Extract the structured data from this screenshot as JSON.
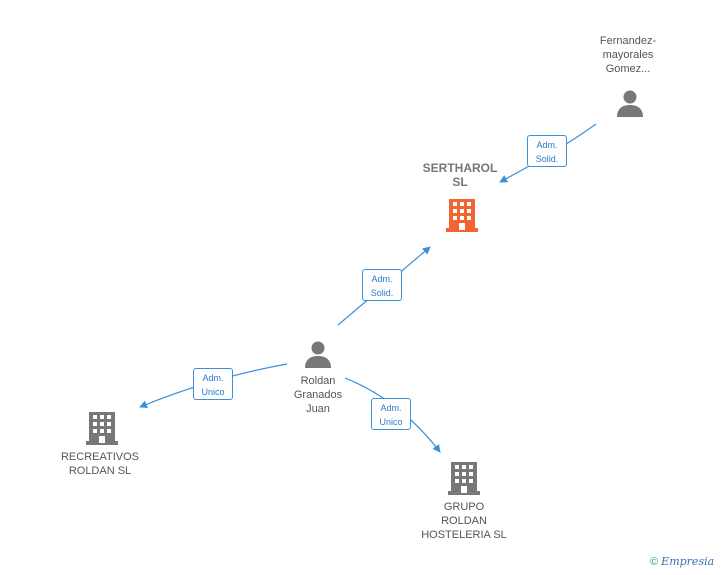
{
  "nodes": {
    "fernandez": {
      "label": "Fernandez-\nmayorales\nGomez..."
    },
    "sertharol": {
      "label": "SERTHAROL\nSL"
    },
    "roldan": {
      "label": "Roldan\nGranados\nJuan"
    },
    "recreativos": {
      "label": "RECREATIVOS\nROLDAN SL"
    },
    "grupo": {
      "label": "GRUPO\nROLDAN\nHOSTELERIA SL"
    }
  },
  "edges": {
    "fernandez_sertharol": {
      "label": "Adm.\nSolid."
    },
    "roldan_sertharol": {
      "label": "Adm.\nSolid."
    },
    "roldan_recreativos": {
      "label": "Adm.\nUnico"
    },
    "roldan_grupo": {
      "label": "Adm.\nUnico"
    }
  },
  "colors": {
    "edge": "#3d8fd8",
    "company": "#777777",
    "company_highlight": "#f26531",
    "person": "#777777"
  },
  "footer": {
    "copyright": "©",
    "brand": "Empresia"
  }
}
